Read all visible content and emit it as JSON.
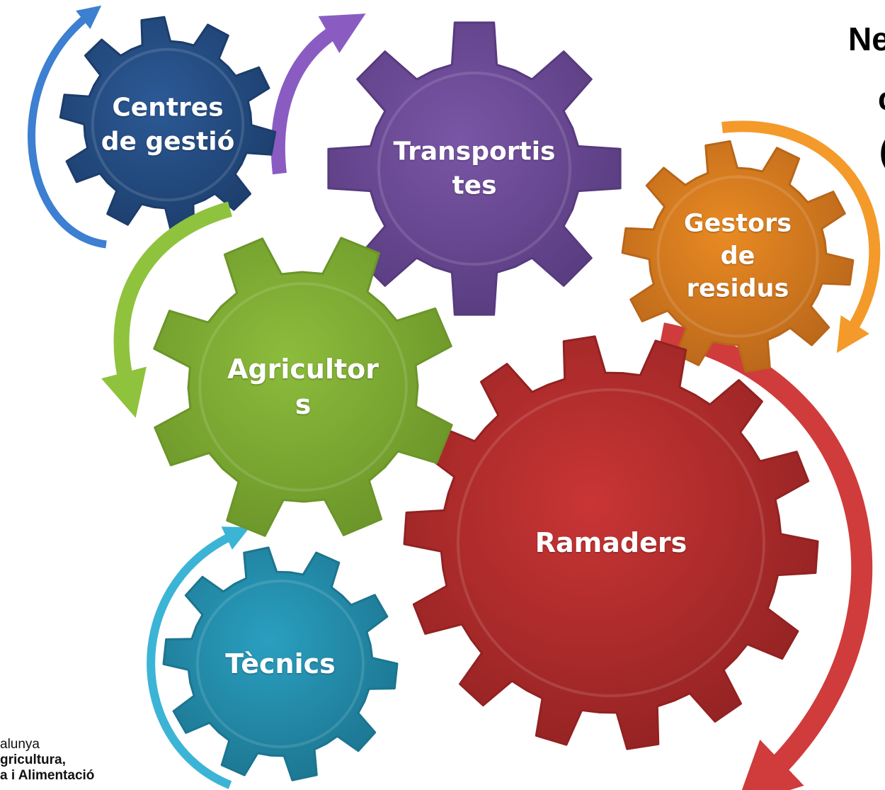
{
  "slide": {
    "title_cut": "",
    "right_cut": [
      "Ne",
      "c",
      "("
    ]
  },
  "gears": [
    {
      "id": "centres",
      "label": "Centres\nde gestió",
      "color": "#2c5a96",
      "dark": "#1c3d6b",
      "teeth": 10
    },
    {
      "id": "transport",
      "label": "Transportis\ntes",
      "color": "#7a56a6",
      "dark": "#573b7e",
      "teeth": 8
    },
    {
      "id": "gestors",
      "label": "Gestors\nde\nresidus",
      "color": "#e98a23",
      "dark": "#b8661a",
      "teeth": 10
    },
    {
      "id": "agric",
      "label": "Agricultor\ns",
      "color": "#8cbc3c",
      "dark": "#6b9529",
      "teeth": 8
    },
    {
      "id": "ramaders",
      "label": "Ramaders",
      "color": "#c93535",
      "dark": "#922222",
      "teeth": 14
    },
    {
      "id": "tecnics",
      "label": "Tècnics",
      "color": "#2a9fc0",
      "dark": "#1c7590",
      "teeth": 10
    }
  ],
  "arrows": [
    {
      "id": "blue-arrow",
      "color": "#3d7fd0"
    },
    {
      "id": "purple-arrow",
      "color": "#8a5cc2"
    },
    {
      "id": "green-arrow",
      "color": "#8fc23d"
    },
    {
      "id": "orange-arrow",
      "color": "#f39a2a"
    },
    {
      "id": "red-arrow",
      "color": "#d03b3b"
    },
    {
      "id": "cyan-arrow",
      "color": "#3cb4d6"
    }
  ],
  "logo": {
    "line1": "alunya",
    "line2": "gricultura,",
    "line3": "a i Alimentació"
  }
}
